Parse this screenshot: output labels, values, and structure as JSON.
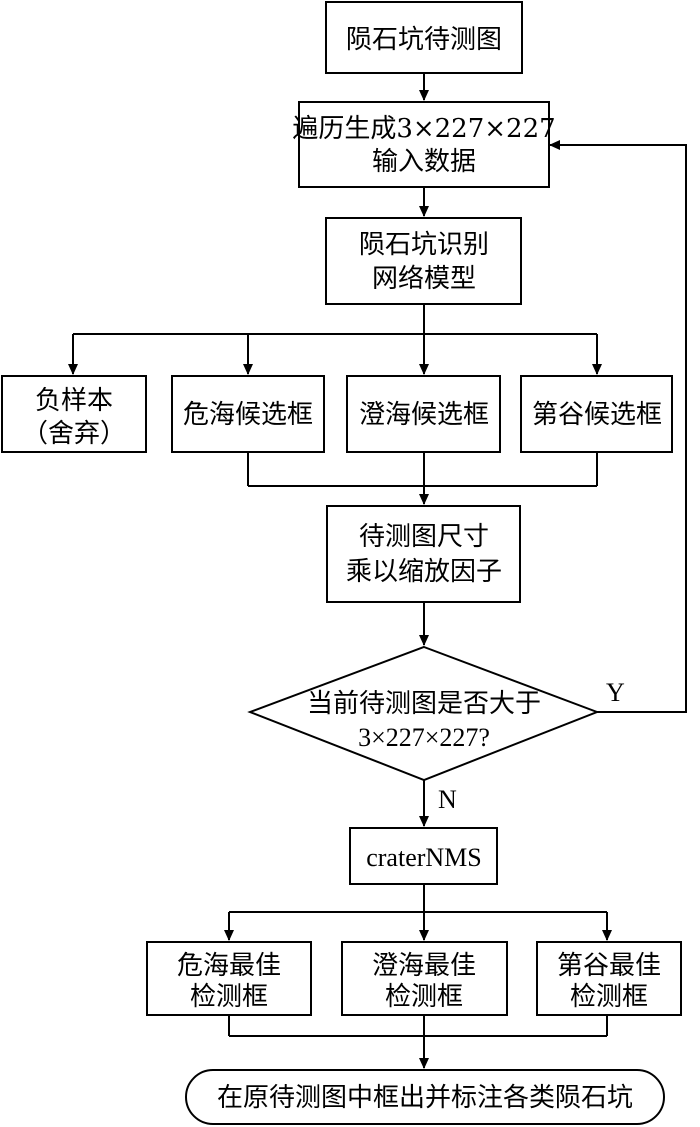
{
  "nodes": {
    "start": "陨石坑待测图",
    "traverse_l1": "遍历生成3×227×227",
    "traverse_l2": "输入数据",
    "model_l1": "陨石坑识别",
    "model_l2": "网络模型",
    "negative_l1": "负样本",
    "negative_l2": "（舍弃）",
    "cand_wei": "危海候选框",
    "cand_cheng": "澄海候选框",
    "cand_di": "第谷候选框",
    "scale_l1": "待测图尺寸",
    "scale_l2": "乘以缩放因子",
    "decision_l1": "当前待测图是否大于",
    "decision_l2": "3×227×227?",
    "nms": "craterNMS",
    "best_wei_l1": "危海最佳",
    "best_wei_l2": "检测框",
    "best_cheng_l1": "澄海最佳",
    "best_cheng_l2": "检测框",
    "best_di_l1": "第谷最佳",
    "best_di_l2": "检测框",
    "end": "在原待测图中框出并标注各类陨石坑"
  },
  "labels": {
    "yes": "Y",
    "no": "N"
  }
}
